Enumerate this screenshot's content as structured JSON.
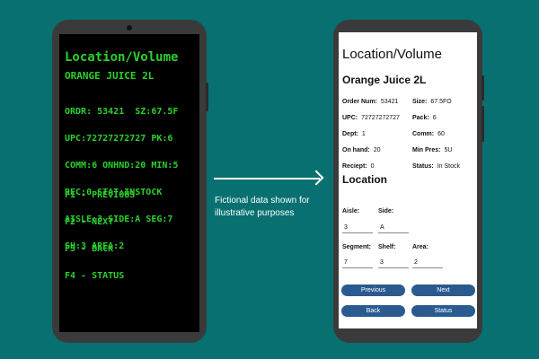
{
  "terminal": {
    "title": "Location/Volume",
    "product": "ORANGE JUICE 2L",
    "lines": [
      "ORDR: 53421  SZ:67.5F",
      "UPC:72727272727 PK:6",
      "COMM:6 ONHND:20 MIN:5",
      "REC:0 STAT:INSTOCK",
      "AISLE:3 SIDE:A SEG:7",
      "SH:3 AREA:2"
    ],
    "menu": [
      "F1 - PREVIOUS",
      "F2 - NEXT",
      "F3 - BACK",
      "F4 - STATUS"
    ]
  },
  "caption": "Fictional data shown for illustrative purposes",
  "app": {
    "title": "Location/Volume",
    "product": "Orange Juice 2L",
    "details_left": [
      {
        "label": "Order Num:",
        "value": "53421"
      },
      {
        "label": "UPC:",
        "value": "72727272727"
      },
      {
        "label": "Dept:",
        "value": "1"
      },
      {
        "label": "On hand:",
        "value": "20"
      },
      {
        "label": "Reciept:",
        "value": "0"
      }
    ],
    "details_right": [
      {
        "label": "Size:",
        "value": "67.5FO"
      },
      {
        "label": "Pack:",
        "value": "6"
      },
      {
        "label": "Comm:",
        "value": "60"
      },
      {
        "label": "Min Pres:",
        "value": "5U"
      },
      {
        "label": "Status:",
        "value": "In Stock"
      }
    ],
    "location_title": "Location",
    "fields": {
      "aisle": {
        "label": "Aisle:",
        "value": "3"
      },
      "side": {
        "label": "Side:",
        "value": "A"
      },
      "segment": {
        "label": "Segment:",
        "value": "7"
      },
      "shelf": {
        "label": "Shelf:",
        "value": "3"
      },
      "area": {
        "label": "Area:",
        "value": "2"
      }
    },
    "buttons": {
      "previous": "Previous",
      "next": "Next",
      "back": "Back",
      "status": "Status"
    }
  },
  "colors": {
    "background": "#087070",
    "terminal_text": "#2bd12b",
    "button": "#2a5a8f"
  }
}
